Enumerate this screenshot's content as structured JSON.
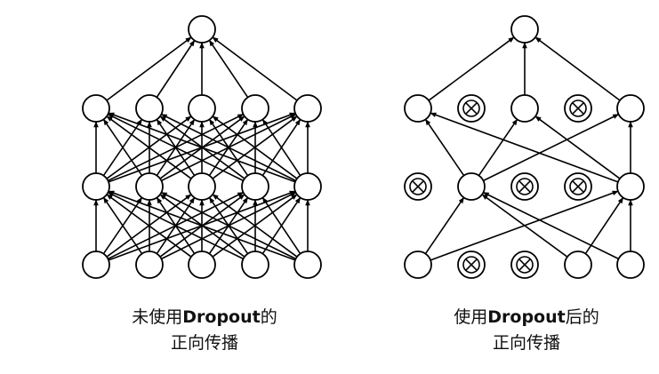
{
  "left_network": {
    "caption_prefix": "未使用",
    "caption_bold": "Dropout",
    "caption_suffix": "的",
    "caption_line2": "正向传播",
    "layers": [
      {
        "name": "output",
        "units": [
          1
        ]
      },
      {
        "name": "hidden-2",
        "units": [
          1,
          1,
          1,
          1,
          1
        ]
      },
      {
        "name": "hidden-1",
        "units": [
          1,
          1,
          1,
          1,
          1
        ]
      },
      {
        "name": "input",
        "units": [
          1,
          1,
          1,
          1,
          1
        ]
      }
    ]
  },
  "right_network": {
    "caption_prefix": "使用",
    "caption_bold": "Dropout",
    "caption_suffix": "后的",
    "caption_line2": "正向传播",
    "layers": [
      {
        "name": "output",
        "units": [
          1
        ]
      },
      {
        "name": "hidden-2",
        "units": [
          1,
          0,
          1,
          0,
          1
        ]
      },
      {
        "name": "hidden-1",
        "units": [
          0,
          1,
          0,
          0,
          1
        ]
      },
      {
        "name": "input",
        "units": [
          1,
          0,
          0,
          1,
          1
        ]
      }
    ]
  },
  "colors": {
    "stroke": "#000000",
    "fill": "#ffffff"
  }
}
